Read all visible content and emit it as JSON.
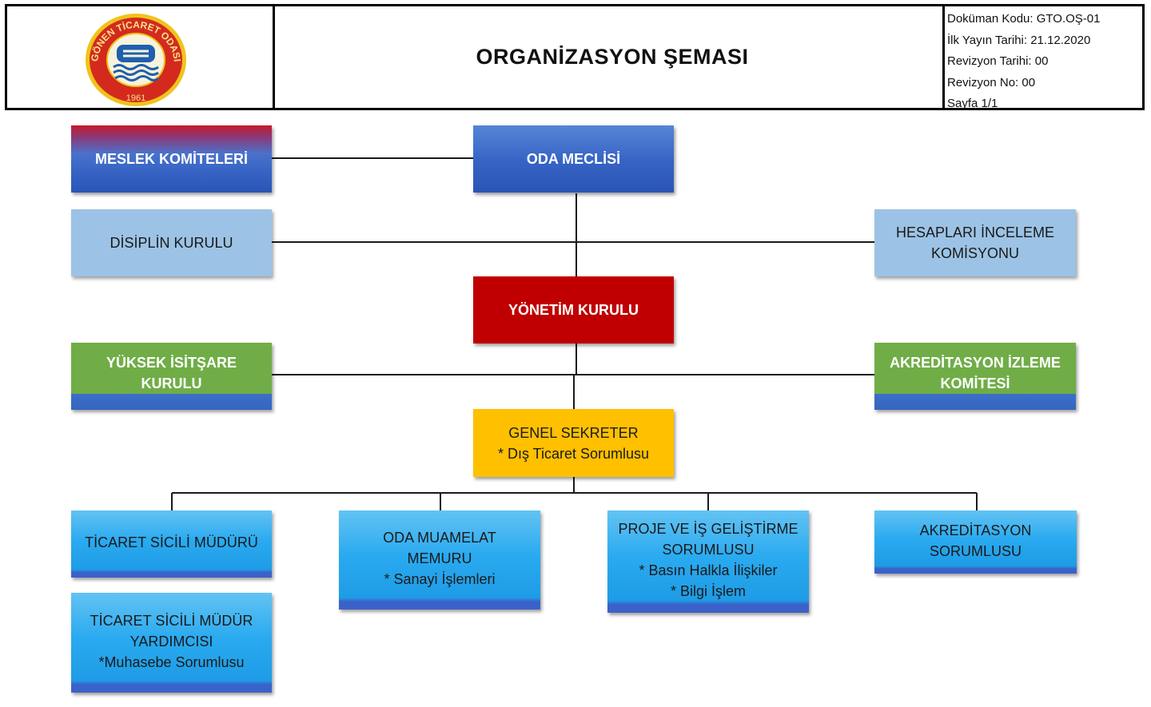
{
  "header": {
    "title": "ORGANİZASYON ŞEMASI",
    "doc_info": [
      "Doküman Kodu: GTO.OŞ-01",
      "İlk Yayın Tarihi: 21.12.2020",
      "Revizyon Tarihi: 00",
      "Revizyon No: 00",
      "Sayfa 1/1"
    ],
    "logo": {
      "text_top": "GÖNEN TİCARET ODASI",
      "year": "1961",
      "colors": {
        "ring": "#d42a1e",
        "outer": "#f0c41b",
        "inner": "#f7f3dc",
        "emblem": "#1f5fae"
      }
    }
  },
  "nodes": {
    "meslek_komiteleri": {
      "label": "MESLEK KOMİTELERİ"
    },
    "oda_meclisi": {
      "label": "ODA MECLİSİ"
    },
    "disiplin_kurulu": {
      "label": "DİSİPLİN KURULU"
    },
    "hesaplari_inceleme": {
      "line1": "HESAPLARI İNCELEME",
      "line2": "KOMİSYONU"
    },
    "yonetim_kurulu": {
      "label": "YÖNETİM KURULU"
    },
    "yuksek_isitsare": {
      "line1": "YÜKSEK İSİTŞARE",
      "line2": "KURULU"
    },
    "akreditasyon_izleme": {
      "line1": "AKREDİTASYON İZLEME",
      "line2": "KOMİTESİ"
    },
    "genel_sekreter": {
      "line1": "GENEL SEKRETER",
      "line2": "* Dış Ticaret Sorumlusu"
    },
    "ticaret_sicili_muduru": {
      "label": "TİCARET SİCİLİ MÜDÜRÜ"
    },
    "ticaret_sicili_mudur_yardimcisi": {
      "line1": "TİCARET SİCİLİ MÜDÜR",
      "line2": "YARDIMCISI",
      "line3": "*Muhasebe Sorumlusu"
    },
    "oda_muamelat_memuru": {
      "line1": "ODA MUAMELAT",
      "line2": "MEMURU",
      "line3": "* Sanayi İşlemleri"
    },
    "proje_is_gelistirme": {
      "line1": "PROJE VE İŞ GELİŞTİRME",
      "line2": "SORUMLUSU",
      "line3": "* Basın Halkla İlişkiler",
      "line4": "* Bilgi İşlem"
    },
    "akreditasyon_sorumlusu": {
      "line1": "AKREDİTASYON",
      "line2": "SORUMLUSU"
    }
  },
  "colors": {
    "blue": "#3663c4",
    "light_blue": "#9cc3e5",
    "red": "#c00000",
    "green": "#70ad47",
    "yellow": "#ffc000",
    "cyan": "#1e9ce6",
    "connector": "#1a1a1a"
  }
}
